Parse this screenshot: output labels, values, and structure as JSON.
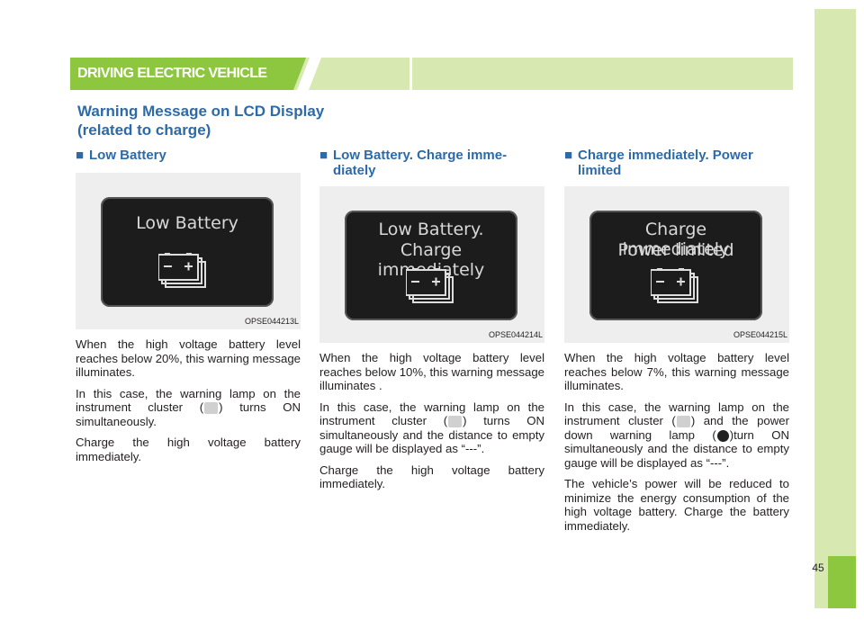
{
  "header": {
    "title": "DRIVING ELECTRIC VEHICLE"
  },
  "section": {
    "title_line1": "Warning Message on LCD Display",
    "title_line2": "(related to charge)"
  },
  "page_number": "45",
  "columns": [
    {
      "heading": "Low Battery",
      "screen_lines": [
        "Low Battery"
      ],
      "image_code": "OPSE044213L",
      "paragraphs": {
        "p1": "When the high voltage battery level reaches below 20%, this warning message illuminates.",
        "p2a": "In this case, the warning lamp on the instrument cluster (",
        "p2b": ") turns ON simultaneously.",
        "p3": "Charge the high voltage battery immediately."
      }
    },
    {
      "heading_line1": "Low Battery. Charge imme-",
      "heading_line2": "diately",
      "screen_lines": [
        "Low Battery.",
        "Charge immediately"
      ],
      "image_code": "OPSE044214L",
      "paragraphs": {
        "p1": "When the high voltage battery level reaches below 10%, this warning message illuminates .",
        "p2a": "In this case, the warning lamp on the instrument cluster (",
        "p2b": ") turns ON simultaneously and the distance to empty gauge will be displayed as “---”.",
        "p3": "Charge the high voltage battery immediately."
      }
    },
    {
      "heading_line1": "Charge immediately. Power",
      "heading_line2": "limited",
      "screen_lines": [
        "Charge immediately",
        "Power limited"
      ],
      "image_code": "OPSE044215L",
      "paragraphs": {
        "p1": "When the high voltage  battery level reaches below 7%, this warning message illuminates.",
        "p2a": "In this case, the warning lamp on the instrument cluster (",
        "p2b": ") and the power down warning lamp (",
        "p2c": ")turn ON simultaneously and the distance to empty gauge will be displayed as “---”.",
        "p3": "The vehicle’s power will be reduced to minimize the energy consumption of the high voltage battery. Charge the battery immediately."
      }
    }
  ],
  "icons": [
    "battery-warning-icon",
    "power-down-warning-icon"
  ],
  "colors": {
    "accent_green": "#8dc63f",
    "light_green": "#d7e8b1",
    "heading_blue": "#2d6aa8"
  }
}
